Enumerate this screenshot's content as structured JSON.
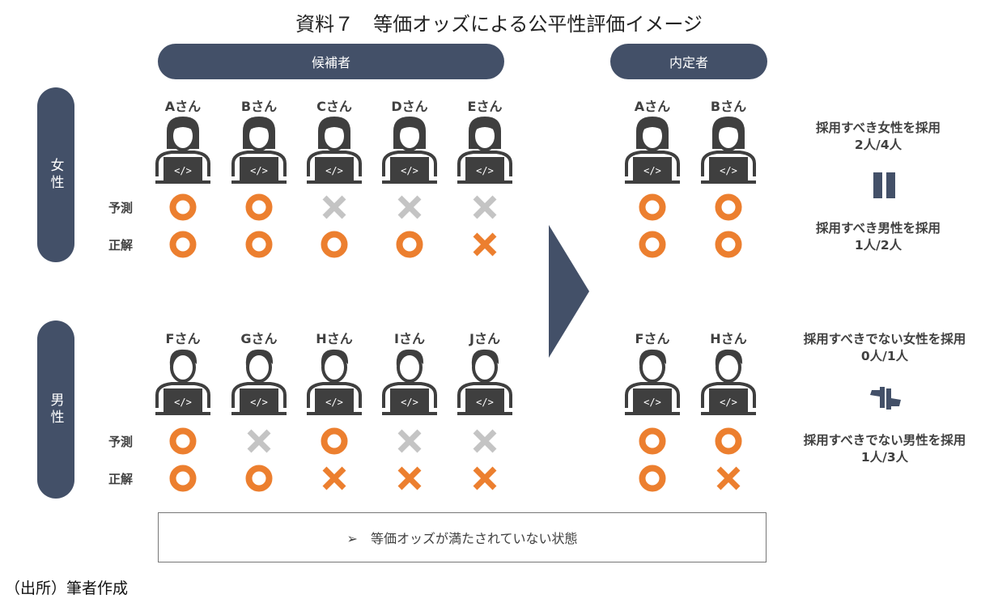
{
  "title": "資料７　等価オッズによる公平性評価イメージ",
  "headers": {
    "candidates": "候補者",
    "hired": "内定者"
  },
  "row_labels": {
    "prediction": "予測",
    "truth": "正解"
  },
  "groups": [
    {
      "label": "女性",
      "gender": "female",
      "candidates": [
        {
          "name": "Aさん",
          "prediction": "o",
          "truth": "o"
        },
        {
          "name": "Bさん",
          "prediction": "o",
          "truth": "o"
        },
        {
          "name": "Cさん",
          "prediction": "x",
          "truth": "o"
        },
        {
          "name": "Dさん",
          "prediction": "x",
          "truth": "o"
        },
        {
          "name": "Eさん",
          "prediction": "x",
          "truth": "x"
        }
      ],
      "hired": [
        {
          "name": "Aさん",
          "prediction": "o",
          "truth": "o"
        },
        {
          "name": "Bさん",
          "prediction": "o",
          "truth": "o"
        }
      ]
    },
    {
      "label": "男性",
      "gender": "male",
      "candidates": [
        {
          "name": "Fさん",
          "prediction": "o",
          "truth": "o"
        },
        {
          "name": "Gさん",
          "prediction": "x",
          "truth": "o"
        },
        {
          "name": "Hさん",
          "prediction": "o",
          "truth": "x"
        },
        {
          "name": "Iさん",
          "prediction": "x",
          "truth": "x"
        },
        {
          "name": "Jさん",
          "prediction": "x",
          "truth": "x"
        }
      ],
      "hired": [
        {
          "name": "Fさん",
          "prediction": "o",
          "truth": "o"
        },
        {
          "name": "Hさん",
          "prediction": "o",
          "truth": "x"
        }
      ]
    }
  ],
  "stats": [
    {
      "label": "採用すべき女性を採用",
      "value": "2人/4人"
    },
    {
      "label": "採用すべき男性を採用",
      "value": "1人/2人"
    },
    {
      "label": "採用すべきでない女性を採用",
      "value": "0人/1人"
    },
    {
      "label": "採用すべきでない男性を採用",
      "value": "1人/3人"
    }
  ],
  "note": "➢　等価オッズが満たされていない状態",
  "source": "（出所）筆者作成",
  "colors": {
    "navy": "#435068",
    "orange": "#EC7F2F",
    "gray": "#C4C4C4",
    "icon": "#3F3F3F"
  }
}
